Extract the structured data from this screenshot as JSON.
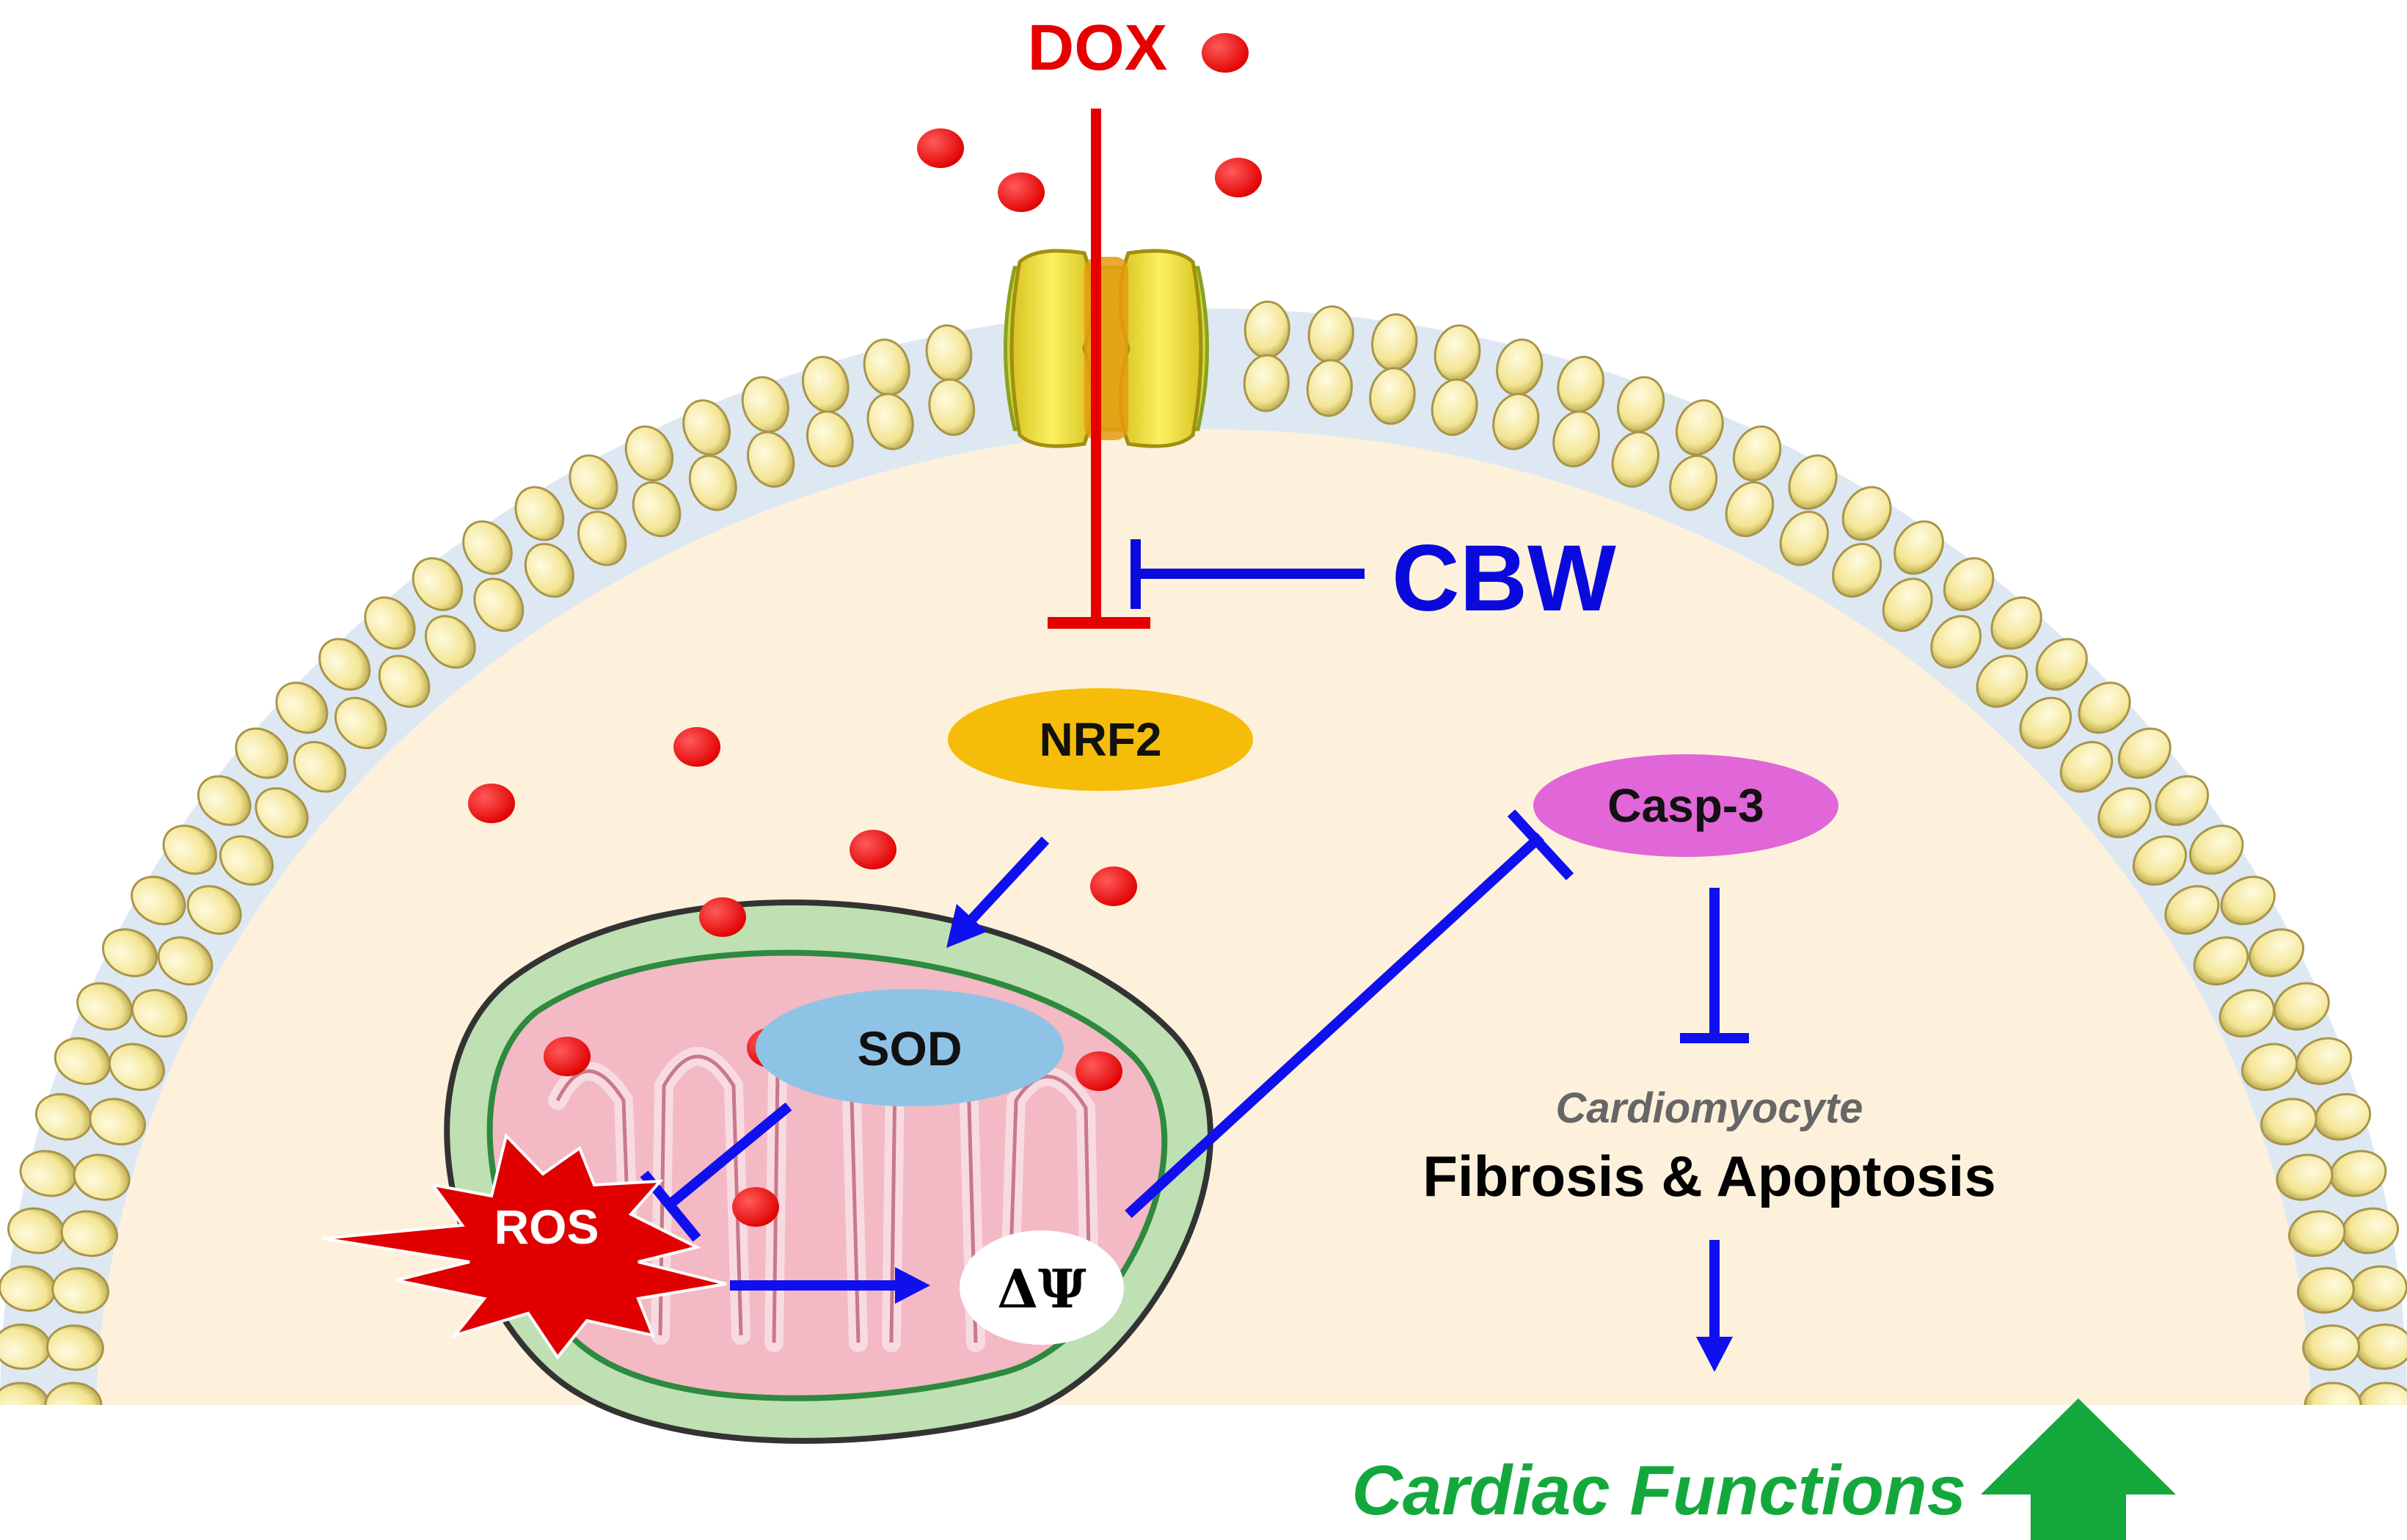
{
  "labels": {
    "dox": "DOX",
    "cbw": "CBW",
    "nrf2": "NRF2",
    "sod": "SOD",
    "ros": "ROS",
    "delta_psi": "ΔΨ",
    "casp3": "Casp-3",
    "cardiomyocyte": "Cardiomyocyte",
    "fibrosis_apoptosis": "Fibrosis & Apoptosis",
    "cardiac_functions": "Cardiac Functions"
  },
  "colors": {
    "dox_red": "#e60000",
    "cbw_blue": "#0a0adc",
    "arrow_blue": "#1010ee",
    "nrf2_fill": "#f5bd0a",
    "sod_fill": "#8fc3e6",
    "casp3_fill": "#e166d8",
    "ros_fill": "#e00000",
    "cytoplasm": "#fdf1dc",
    "membrane_blue": "#d8e6f2",
    "lipid_head": "#f6eaa0",
    "mito_outer": "#b9dfae",
    "mito_inner": "#f2b8c4",
    "channel_yellow": "#f6ea30",
    "cardiac_green": "#14a83c",
    "cardiomyocyte_gray": "#666666"
  },
  "icons": {
    "membrane": "lipid-bilayer-icon",
    "channel": "ion-channel-icon",
    "mitochondrion": "mitochondrion-icon",
    "up_arrow": "green-up-arrow-icon"
  }
}
